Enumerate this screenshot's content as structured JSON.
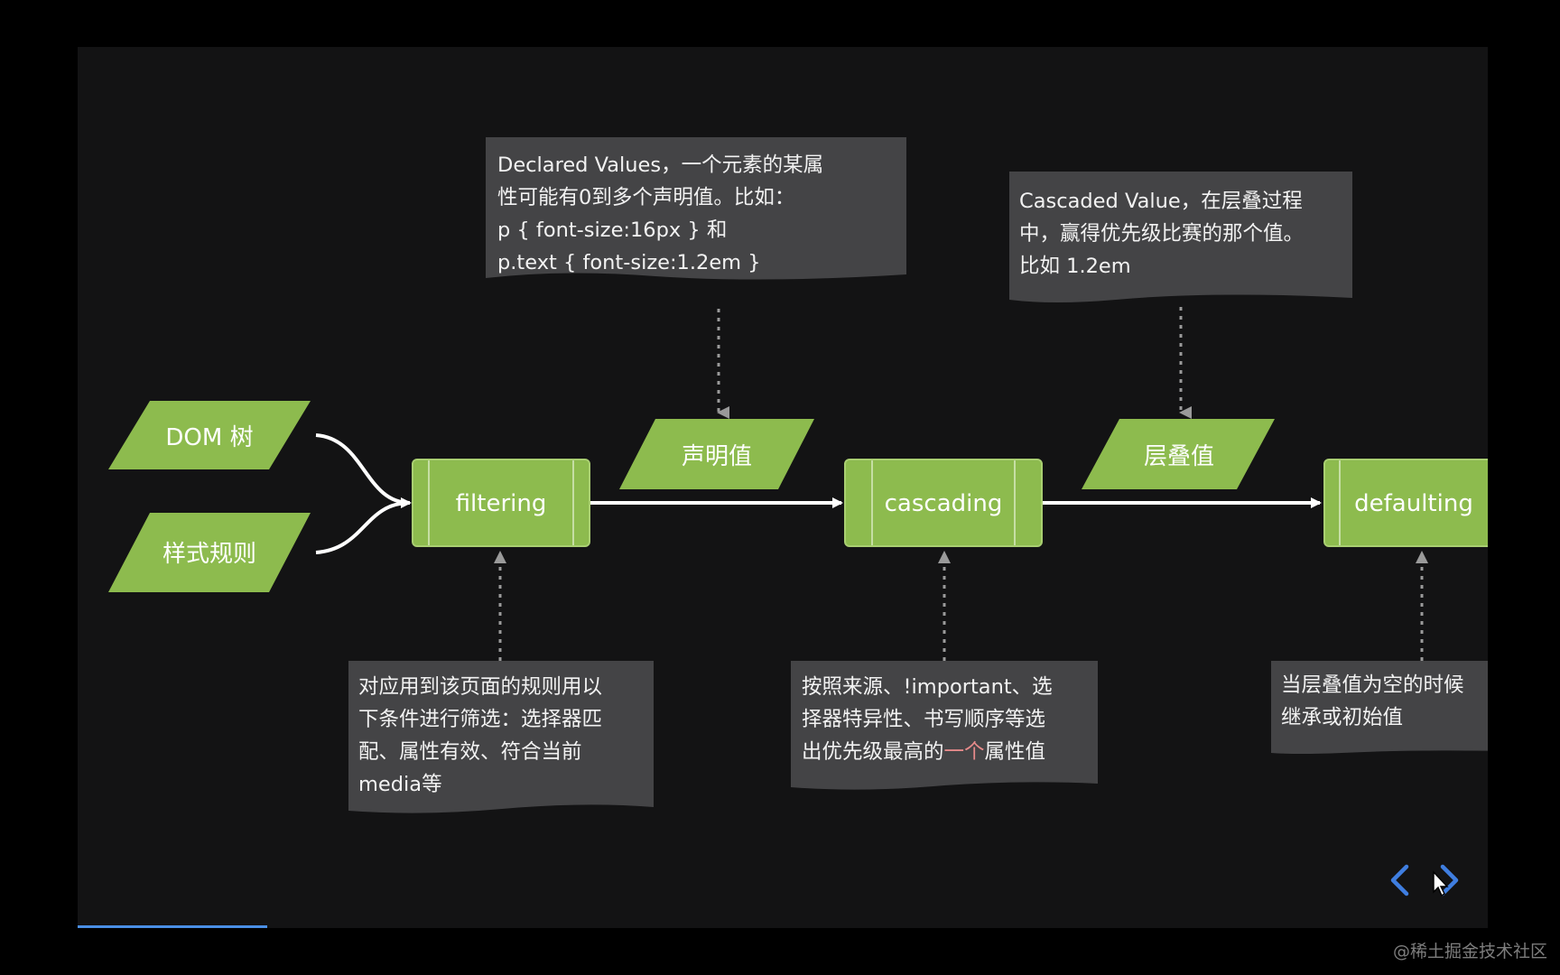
{
  "inputs": [
    {
      "id": "dom",
      "label": "DOM 树"
    },
    {
      "id": "style",
      "label": "样式规则"
    }
  ],
  "processes": [
    {
      "id": "filtering",
      "label": "filtering"
    },
    {
      "id": "cascading",
      "label": "cascading"
    },
    {
      "id": "defaulting",
      "label": "defaulting"
    }
  ],
  "values": [
    {
      "id": "declared",
      "label": "声明值"
    },
    {
      "id": "cascaded",
      "label": "层叠值"
    }
  ],
  "notes": {
    "declared": {
      "lines": [
        "Declared Values，一个元素的某属",
        "性可能有0到多个声明值。比如：",
        "p { font-size:16px } 和",
        "p.text { font-size:1.2em }"
      ]
    },
    "cascaded": {
      "lines": [
        "Cascaded Value，在层叠过程",
        "中，赢得优先级比赛的那个值。",
        "比如 1.2em"
      ]
    },
    "filtering": {
      "lines": [
        "对应用到该页面的规则用以",
        "下条件进行筛选：选择器匹",
        "配、属性有效、符合当前",
        "media等"
      ]
    },
    "cascading": {
      "lines": [
        "按照来源、!important、选",
        "择器特异性、书写顺序等选",
        "出优先级最高的"
      ],
      "highlight": "一个",
      "tail": "属性值"
    },
    "defaulting": {
      "lines": [
        "当层叠值为空的时候",
        "继承或初始值"
      ]
    }
  },
  "colors": {
    "node_fill": "#8dbb4e",
    "node_border": "#a9cf71",
    "note_fill": "#444446",
    "arrow": "#ffffff",
    "dotted": "#9a9a9a",
    "highlight": "#e58a8a",
    "nav": "#3f7ee0"
  },
  "nav": {
    "prev_icon": "chevron-left-icon",
    "next_icon": "chevron-right-icon"
  },
  "watermark": "@稀土掘金技术社区"
}
